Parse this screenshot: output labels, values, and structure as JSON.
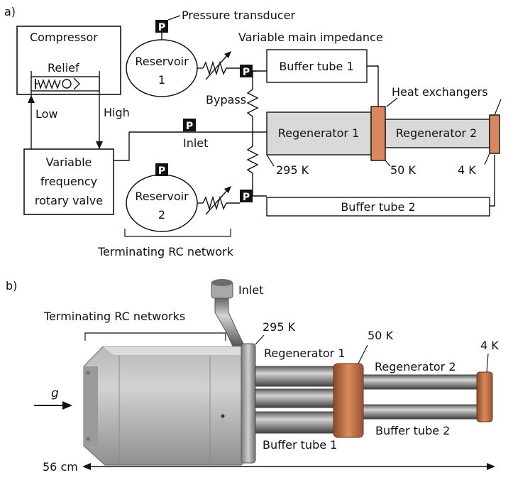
{
  "panel_a": {
    "label": "a)",
    "compressor": "Compressor",
    "relief": "Relief",
    "low": "Low",
    "high": "High",
    "valve_lines": [
      "Variable",
      "frequency",
      "rotary valve"
    ],
    "pressure_transducer": "Pressure transducer",
    "variable_main_impedance": "Variable main impedance",
    "reservoir_1": [
      "Reservoir",
      "1"
    ],
    "reservoir_2": [
      "Reservoir",
      "2"
    ],
    "p_badge": "P",
    "bypass": "Bypass",
    "inlet": "Inlet",
    "buffer_tube_1": "Buffer tube 1",
    "buffer_tube_2": "Buffer tube 2",
    "regenerator_1": "Regenerator 1",
    "regenerator_2": "Regenerator 2",
    "heat_exchangers": "Heat exchangers",
    "t_295": "295 K",
    "t_50": "50 K",
    "t_4": "4 K",
    "terminating_rc_network": "Terminating RC network"
  },
  "panel_b": {
    "label": "b)",
    "inlet": "Inlet",
    "terminating_rc_networks": "Terminating RC networks",
    "t_295": "295 K",
    "t_50": "50 K",
    "t_4": "4 K",
    "regenerator_1": "Regenerator 1",
    "regenerator_2": "Regenerator 2",
    "buffer_tube_1": "Buffer tube 1",
    "buffer_tube_2": "Buffer tube 2",
    "gravity": "g",
    "length": "56 cm"
  },
  "colors": {
    "heat_exchanger": "#d8875f",
    "regenerator_fill": "#d9d9d9",
    "p_badge": "#111111",
    "metal_light": "#c9c9c9",
    "metal_dark": "#8d8d8d",
    "copper": "#c46a3c"
  }
}
